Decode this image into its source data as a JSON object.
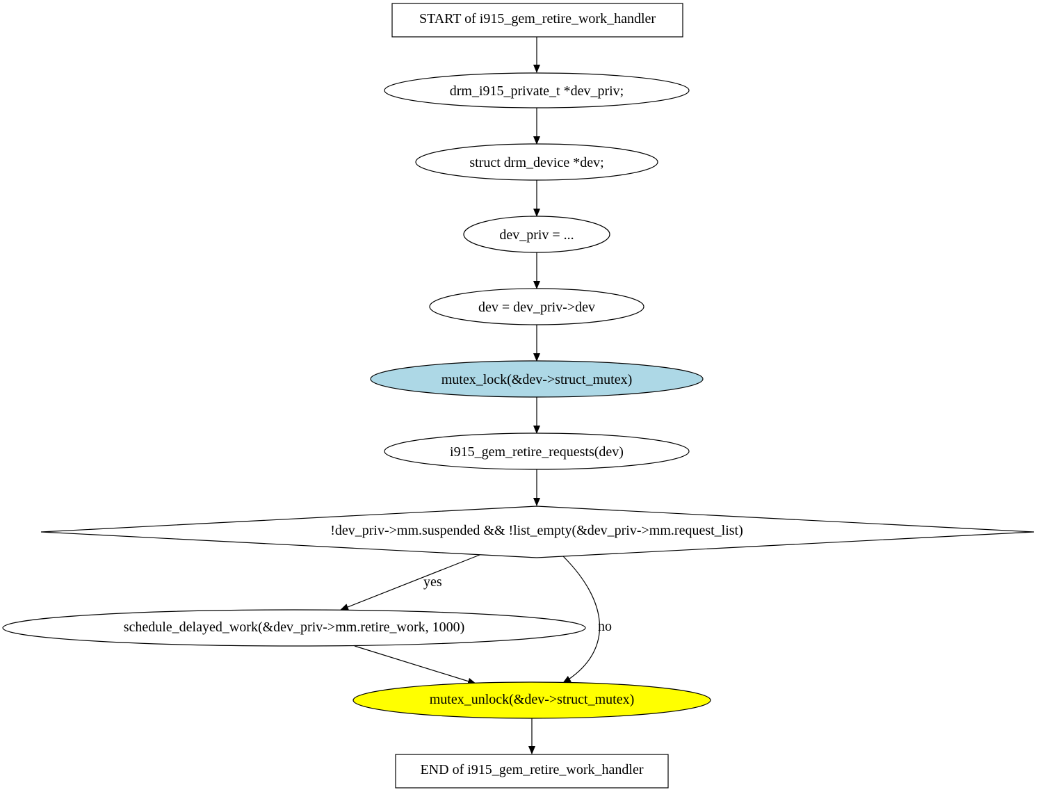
{
  "nodes": {
    "start": {
      "label": "START of i915_gem_retire_work_handler"
    },
    "decl_dev_priv": {
      "label": "drm_i915_private_t *dev_priv;"
    },
    "decl_dev": {
      "label": "struct drm_device *dev;"
    },
    "assign_dev_priv": {
      "label": "dev_priv = ..."
    },
    "assign_dev": {
      "label": "dev = dev_priv->dev"
    },
    "mutex_lock": {
      "label": "mutex_lock(&dev->struct_mutex)",
      "fill": "#add8e6"
    },
    "retire_requests": {
      "label": "i915_gem_retire_requests(dev)"
    },
    "condition": {
      "label": "!dev_priv->mm.suspended && !list_empty(&dev_priv->mm.request_list)"
    },
    "schedule_work": {
      "label": "schedule_delayed_work(&dev_priv->mm.retire_work, 1000)"
    },
    "mutex_unlock": {
      "label": "mutex_unlock(&dev->struct_mutex)",
      "fill": "#ffff00"
    },
    "end": {
      "label": "END of i915_gem_retire_work_handler"
    }
  },
  "edges": {
    "yes_label": "yes",
    "no_label": "no"
  }
}
